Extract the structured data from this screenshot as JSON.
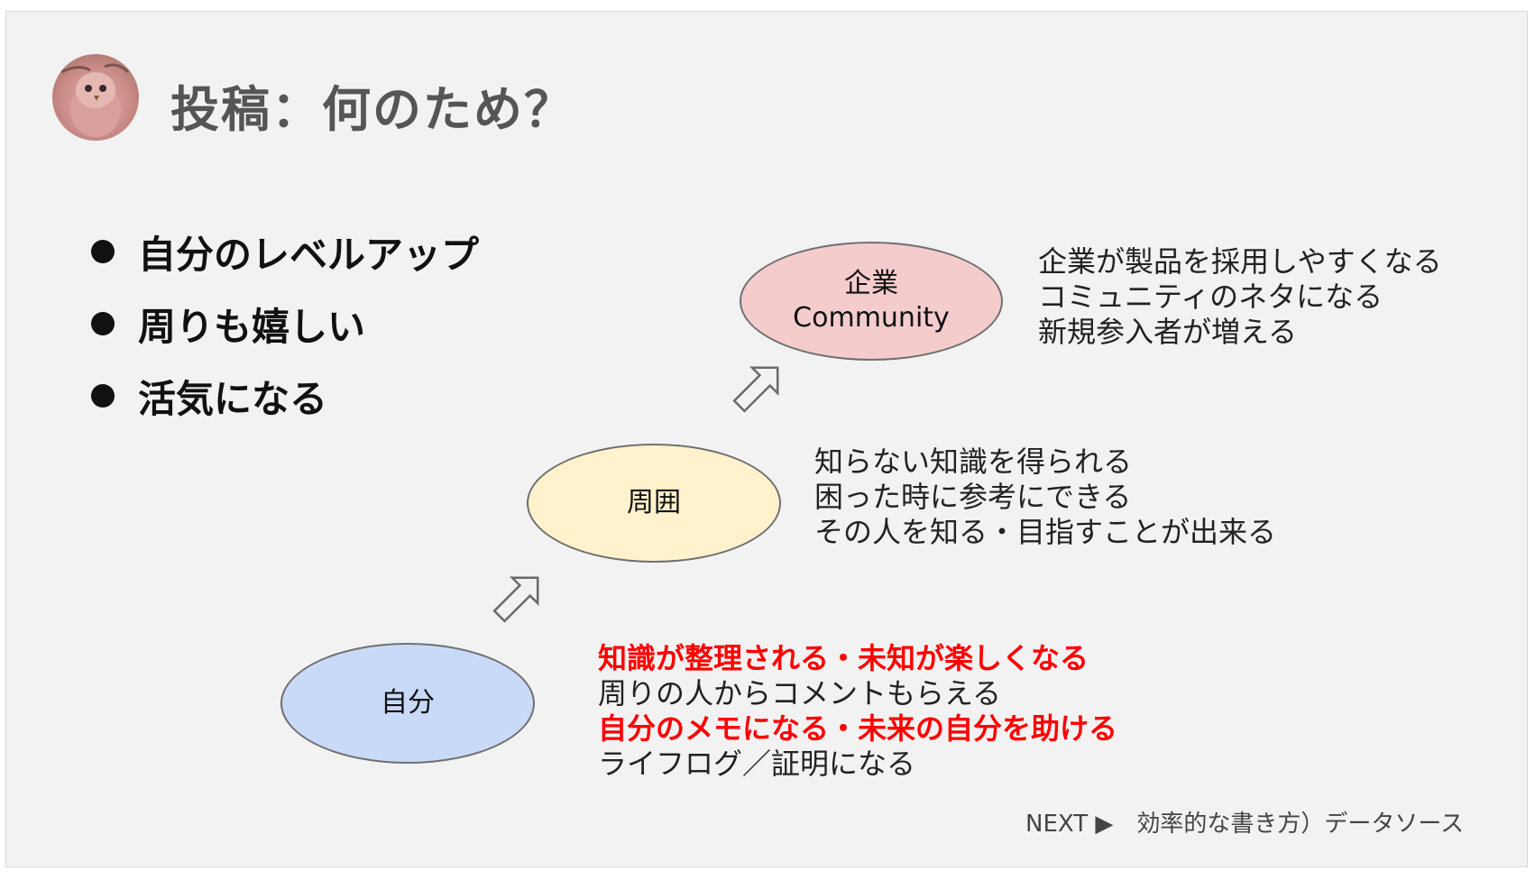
{
  "title": "投稿：何のため？",
  "avatar": {
    "icon": "bird-avatar-icon"
  },
  "bullets": [
    "自分のレベルアップ",
    "周りも嬉しい",
    "活気になる"
  ],
  "levels": {
    "self": {
      "label": "自分",
      "color": "#c9daf8"
    },
    "around": {
      "label": "周囲",
      "color": "#fff2cc"
    },
    "company": {
      "line1": "企業",
      "line2": "Community",
      "color": "#f4cccc"
    }
  },
  "descriptions": {
    "company": [
      "企業が製品を採用しやすくなる",
      "コミュニティのネタになる",
      "新規参入者が増える"
    ],
    "around": [
      "知らない知識を得られる",
      "困った時に参考にできる",
      "その人を知る・目指すことが出来る"
    ],
    "self": [
      "知識が整理される・未知が楽しくなる",
      "周りの人からコメントもらえる",
      "自分のメモになる・未来の自分を助ける",
      "ライフログ／証明になる"
    ]
  },
  "highlight_color": "#ff0000",
  "next": "NEXT ▶　効率的な書き方）データソース"
}
